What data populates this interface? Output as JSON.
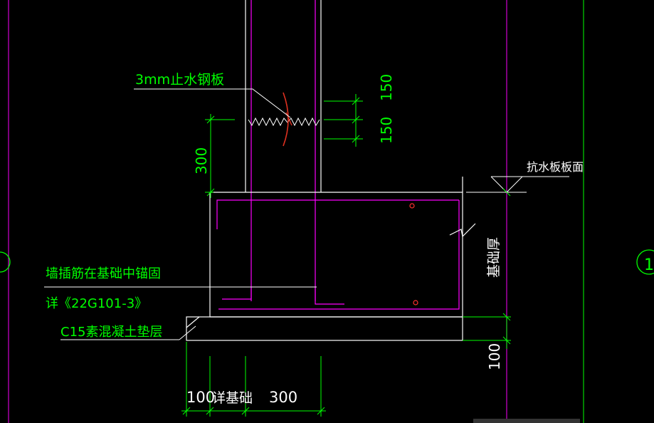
{
  "labels": {
    "waterstop": "3mm止水钢板",
    "anchor_line1": "墙插筋在基础中锚固",
    "anchor_line2": "详《22G101-3》",
    "cushion": "C15素混凝土垫层",
    "floor_face": "抗水板板面",
    "foundation_thickness": "基础厚",
    "bottom_label": "详基础",
    "axis_bubble": "1"
  },
  "dimensions": {
    "dim_150_top": "150",
    "dim_150_bottom": "150",
    "dim_300_left": "300",
    "dim_100_right": "100",
    "dim_100_bottom": "100",
    "dim_300_bottom": "300"
  },
  "colors": {
    "background": "#000000",
    "outline": "#ffffff",
    "rebar": "#ff00ff",
    "dimension": "#00ff00",
    "text": "#00ff00",
    "accent_red": "#ff3030"
  }
}
